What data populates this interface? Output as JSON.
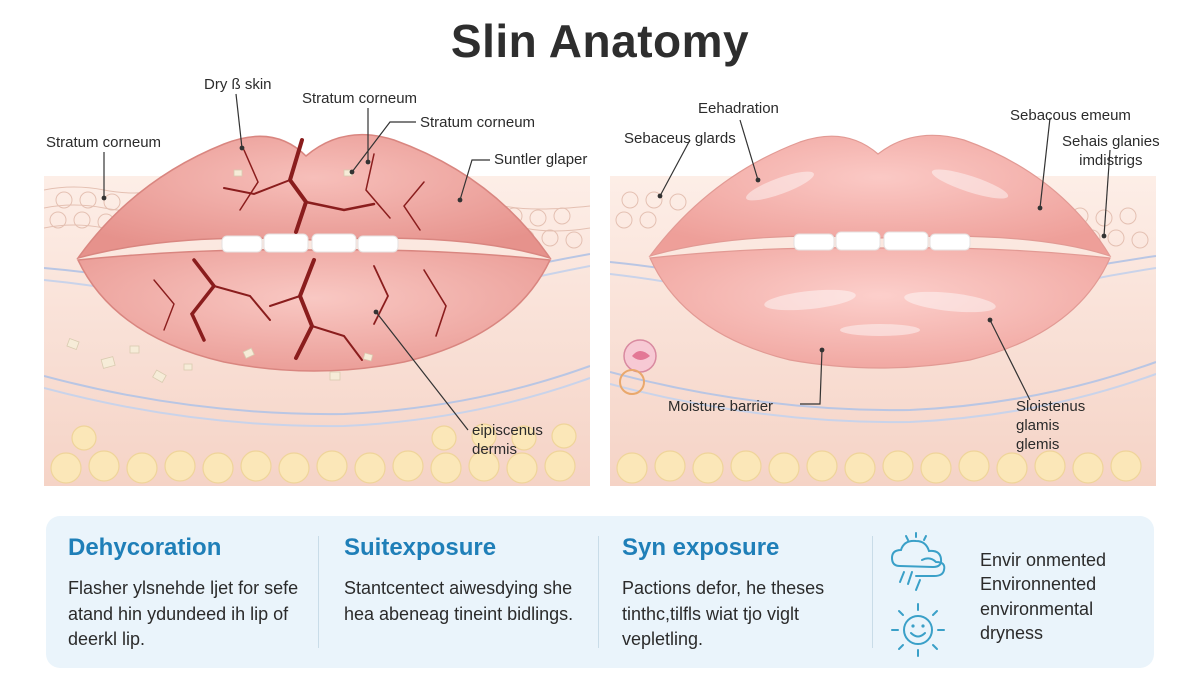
{
  "title": "Slin Anatomy",
  "left_labels": {
    "dry_skin": "Dry ß skin",
    "stratum_a": "Stratum corneum",
    "stratum_b": "Stratum corneum",
    "stratum_c": "Stratum corneum",
    "suntler": "Suntler glaper",
    "epidermis_line1": "eipiscenus",
    "epidermis_line2": "dermis"
  },
  "right_labels": {
    "eehadration": "Eehadration",
    "sebaceus_glards": "Sebaceus glards",
    "sebacous_emeum": "Sebacous emeum",
    "sehais_line1": "Sehais glanies",
    "sehais_line2": "imdistrigs",
    "moisture_barrier": "Moisture barrier",
    "sloistenus_line1": "Sloistenus",
    "sloistenus_line2": "glamis",
    "sloistenus_line3": "glemis"
  },
  "info": [
    {
      "heading": "Dehycoration",
      "body": "Flasher ylsnehde ljet for sefe atand hin ydundeed ih lip of deerkl lip."
    },
    {
      "heading": "Suitexposure",
      "body": "Stantcentect aiwesdying she hea abeneag tineint bidlings."
    },
    {
      "heading": "Syn exposure",
      "body": "Pactions defor, he theses tinthc,tilfls wiat tjo viglt vepletling."
    }
  ],
  "environment": {
    "line1": "Envir onmented",
    "line2": "Environnented",
    "line3": "environmental",
    "line4": "dryness"
  },
  "icons": {
    "cloud": "storm-cloud-icon",
    "sun": "smiling-sun-icon"
  },
  "colors": {
    "accent": "#1f7fb8",
    "lip_dry": "#f0a8a6",
    "lip_healthy": "#f7b7b3",
    "skin_tissue": "#f7d9cf",
    "crack": "#8a1d1d",
    "fat_cell": "#fbe7b8",
    "info_background": "#eaf4fb",
    "icon_stroke": "#3aa0c8"
  }
}
